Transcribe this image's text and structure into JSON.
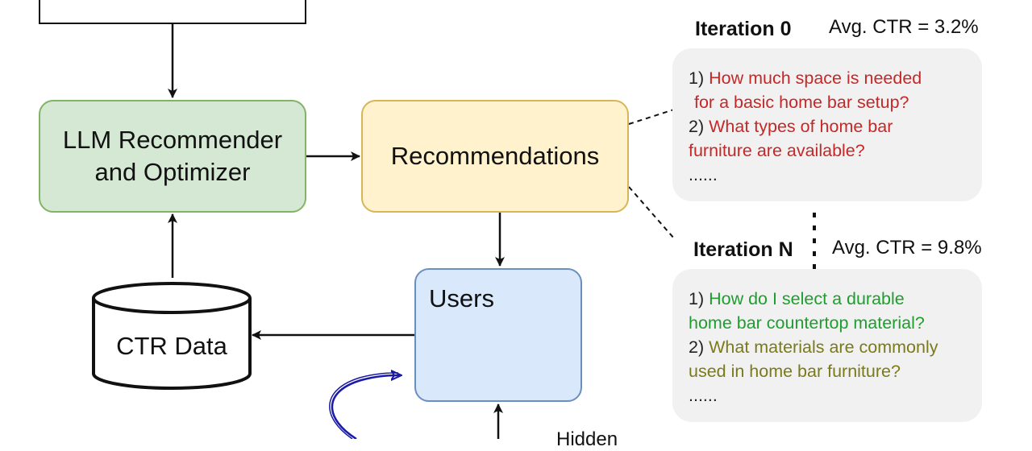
{
  "nodes": {
    "llm": {
      "line1": "LLM Recommender",
      "line2": "and Optimizer"
    },
    "recommendations": "Recommendations",
    "users": "Users",
    "ctr_data": "CTR Data",
    "partial_bottom_label": "Hidden"
  },
  "iteration_0": {
    "title": "Iteration 0",
    "ctr": "Avg. CTR = 3.2%",
    "q1_num": "1)",
    "q1_line1": "How much space is needed",
    "q1_line2": "for a basic home bar setup?",
    "q2_num": "2)",
    "q2_line1": "What types of home bar",
    "q2_line2": "furniture are available?",
    "more": "......"
  },
  "iteration_n": {
    "title": "Iteration N",
    "ctr": "Avg. CTR = 9.8%",
    "q1_num": "1)",
    "q1_line1": "How do I select a durable",
    "q1_line2": "home bar countertop material?",
    "q2_num": "2)",
    "q2_line1": "What materials are commonly",
    "q2_line2": "used in home bar furniture?",
    "more": "......"
  },
  "colors": {
    "llm_fill": "#d5e8d4",
    "rec_fill": "#fff2cc",
    "users_fill": "#dae8fc",
    "bad_question": "#c62828",
    "good_question": "#1e9e2e",
    "ok_question": "#7b7a1a",
    "feedback_arrow": "#1a1aa8"
  }
}
